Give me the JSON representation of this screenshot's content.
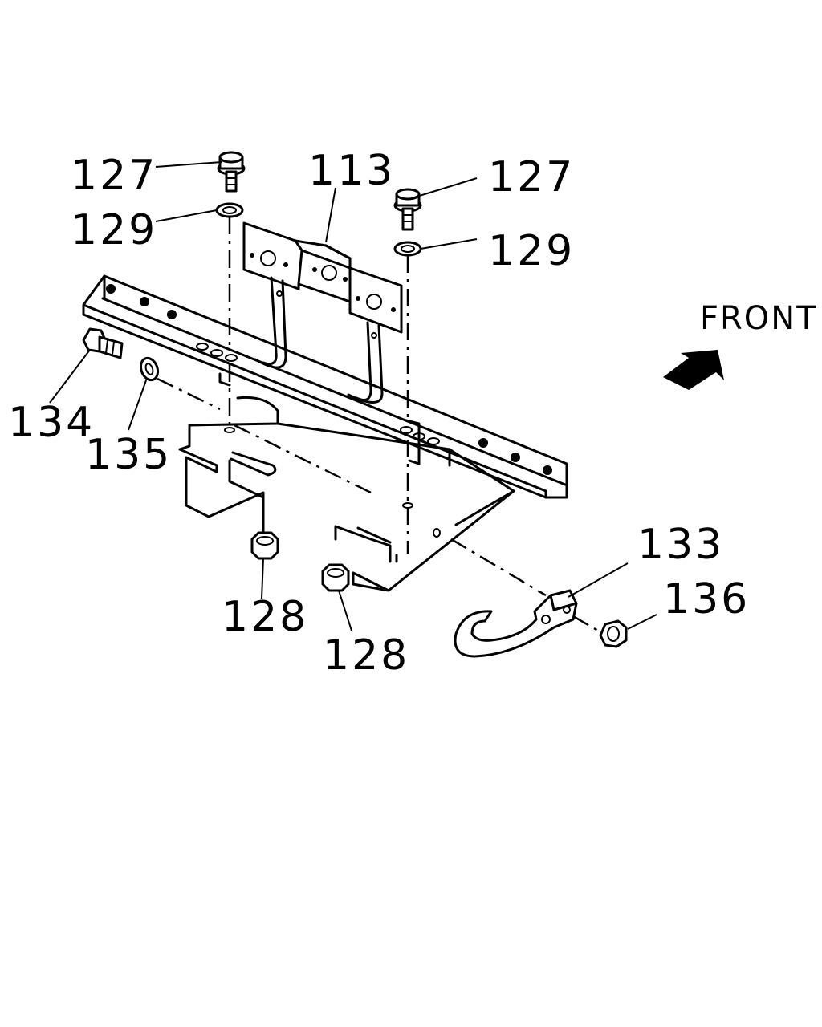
{
  "diagram": {
    "direction_label": "FRONT",
    "direction_icon": "arrow-icon",
    "callouts": {
      "bolt_left": "127",
      "bolt_right": "127",
      "washer_left": "129",
      "washer_right": "129",
      "bracket": "113",
      "bolt_side": "134",
      "washer_side": "135",
      "nut_left": "128",
      "nut_right": "128",
      "tow_hook": "133",
      "nut_hook": "136"
    }
  }
}
